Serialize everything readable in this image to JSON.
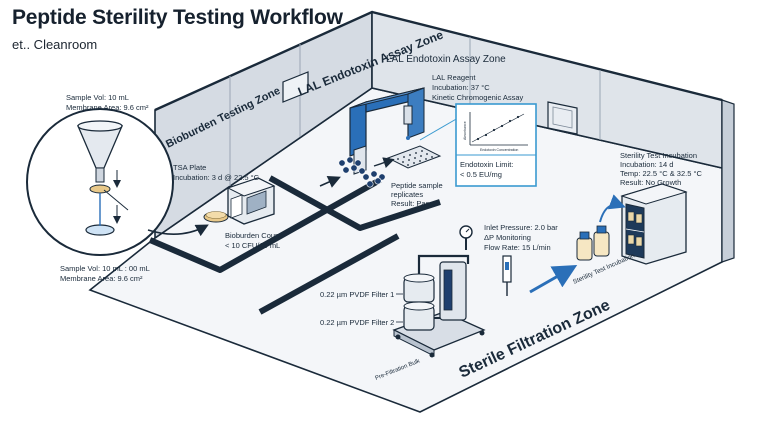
{
  "title": "Peptide Sterility Testing Workflow",
  "subtitle": "et.. Cleanroom",
  "zones": {
    "lal_wall": "LAL Endotoxin Assay Zone",
    "lal_top": "LAL Endotoxin Assay Zone",
    "bioburden": "Bioburden Testing Zone",
    "sterile": "Sterile Filtration Zone"
  },
  "membrane_callout": {
    "top_line1": "Sample Vol: 10 mL",
    "top_line2": "Membrane Area: 9.6 cm²",
    "bottom_line1": "Sample Vol: 10 mL : 00 mL",
    "bottom_line2": "Membrane Area: 9.6 cm²"
  },
  "tsa": {
    "line1": "TSA Plate",
    "line2": "Incubation: 3 d @ 22.5 °C"
  },
  "bioburden_count": {
    "line1": "Bioburden Count:",
    "line2": "< 10 CFU/10 mL"
  },
  "lal_reagent": {
    "line1": "LAL Reagent",
    "line2": "Incubation: 37 °C",
    "line3": "Kinetic Chromogenic Assay"
  },
  "endotoxin_chart": {
    "ylabel": "Absorbance",
    "xlabel": "Endotoxin Concentration"
  },
  "endotoxin_limit": {
    "line1": "Endotoxin Limit:",
    "line2": "< 0.5 EU/mg"
  },
  "peptide_samples": {
    "line1": "Peptide sample",
    "line2": "replicates",
    "line3": "Result: Pass"
  },
  "sterility_test": {
    "line1": "Sterility Test Incubation",
    "line2": "Incubation: 14 d",
    "line3": "Temp: 22.5 °C & 32.5 °C",
    "line4": "Result: No Growth",
    "arrow_label": "Sterility Test Incubation"
  },
  "filtration": {
    "pressure_line1": "Inlet Pressure: 2.0 bar",
    "pressure_line2": "ΔP Monitoring",
    "pressure_line3": "Flow Rate: 15 L/min",
    "filter1": "0.22 µm PVDF Filter 1",
    "filter2": "0.22 µm PVDF Filter 2",
    "bulk": "Pre-Filtration Bulk"
  },
  "colors": {
    "accent_blue": "#2a6fb8",
    "navy": "#1a2a3a",
    "wall_gray": "#d5dbe3",
    "floor": "#f4f6f9",
    "callout_cyan": "#3a9ad0"
  }
}
